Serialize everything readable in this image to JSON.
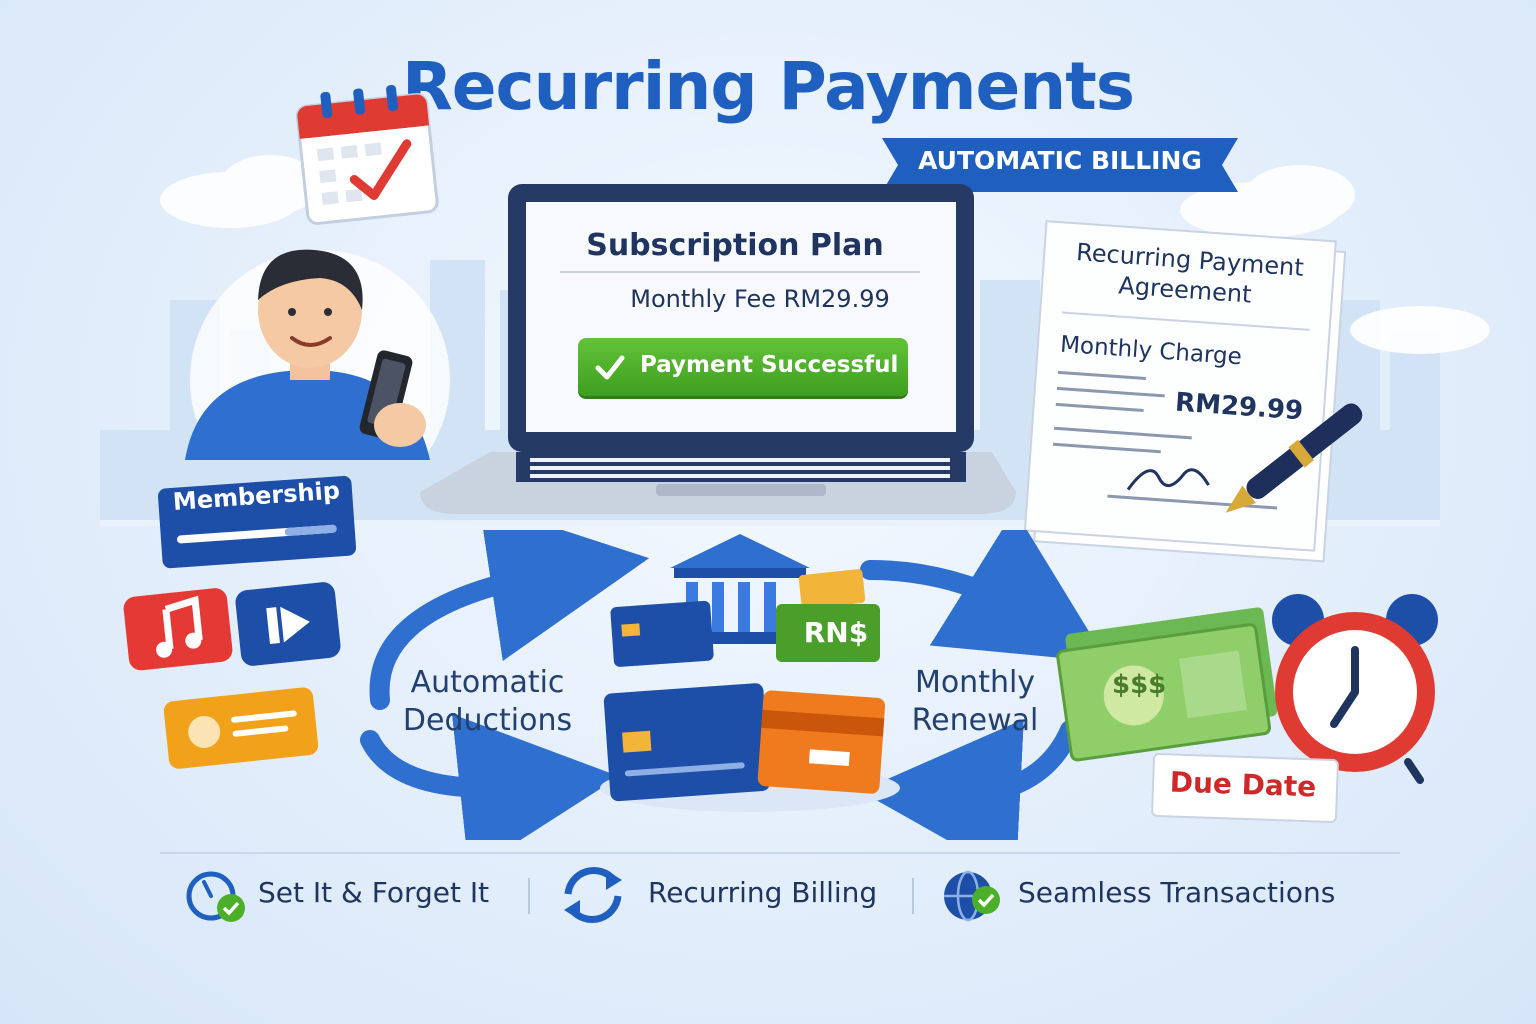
{
  "title": "Recurring Payments",
  "banner": "AUTOMATIC BILLING",
  "laptop": {
    "heading": "Subscription Plan",
    "fee_line": "Monthly Fee RM29.99",
    "status": "Payment Successful"
  },
  "agreement": {
    "heading_line1": "Recurring Payment",
    "heading_line2": "Agreement",
    "charge_label": "Monthly Charge",
    "amount": "RM29.99"
  },
  "membership_label": "Membership",
  "flow": {
    "left_line1": "Automatic",
    "left_line2": "Deductions",
    "right_line1": "Monthly",
    "right_line2": "Renewal"
  },
  "cash_badge": "RN$",
  "bill_badge": "$$$",
  "due_date": "Due Date",
  "footer": [
    {
      "label": "Set It & Forget It",
      "icon": "clock-check-icon"
    },
    {
      "label": "Recurring Billing",
      "icon": "refresh-icon"
    },
    {
      "label": "Seamless Transactions",
      "icon": "globe-check-icon"
    }
  ],
  "colors": {
    "primary_blue": "#1e5fc0",
    "dark_navy": "#1f3560",
    "success_green": "#4caf2a",
    "alert_red": "#d02828"
  }
}
